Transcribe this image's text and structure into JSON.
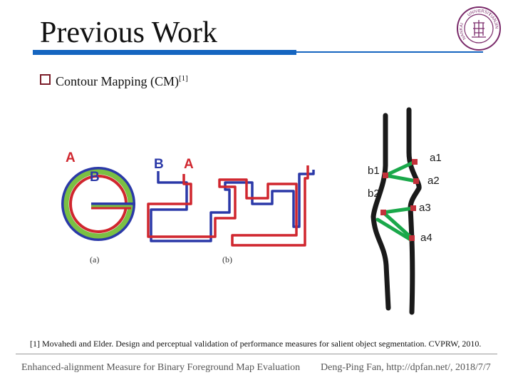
{
  "slide": {
    "title": "Previous Work",
    "bullet": "Contour Mapping (CM)",
    "bullet_sup": "[1]",
    "reference": "[1] Movahedi and Elder. Design and perceptual validation of performance measures for salient object segmentation. CVPRW, 2010.",
    "footer_left": "Enhanced-alignment Measure for Binary Foreground Map Evaluation",
    "footer_right": "Deng-Ping Fan, http://dpfan.net/,  2018/7/7"
  },
  "seal": {
    "left_text": "NANKAI",
    "top_text": "UNIVERSITY",
    "right_text": "TIANJIN"
  },
  "figure": {
    "a": {
      "label_outer": "A",
      "label_inner": "B",
      "caption": "(a)"
    },
    "b": {
      "label_b": "B",
      "label_a": "A",
      "caption": "(b)"
    },
    "c": {
      "labels_left": [
        "b1",
        "b2"
      ],
      "labels_right": [
        "a1",
        "a2",
        "a3",
        "a4"
      ]
    }
  },
  "colors": {
    "accent_blue": "#1565c0",
    "bullet": "#7b1e2a",
    "seal": "#7a2a6a",
    "contour_red": "#d0262e",
    "contour_blue": "#2b39a8",
    "ring_green": "#7bc043",
    "match_green": "#1aa84a"
  }
}
